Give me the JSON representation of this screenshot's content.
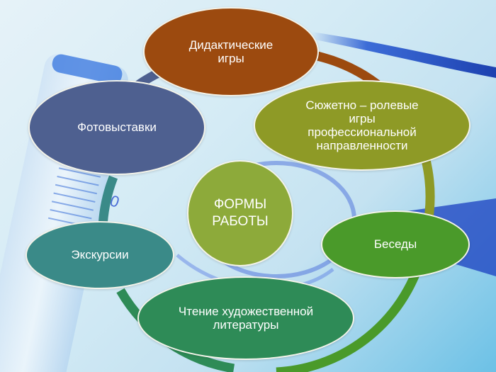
{
  "diagram": {
    "center": {
      "label": "ФОРМЫ\nРАБОТЫ",
      "color": "#8DAA3A"
    },
    "nodes": [
      {
        "id": "didactic-games",
        "label": "Дидактические\nигры",
        "color": "#9C4A0F"
      },
      {
        "id": "role-play-games",
        "label": "Сюжетно – ролевые\nигры\nпрофессиональной\nнаправленности",
        "color": "#8E9A26"
      },
      {
        "id": "conversations",
        "label": "Беседы",
        "color": "#4A9A2A"
      },
      {
        "id": "reading-fiction",
        "label": "Чтение  художественной\nлитературы",
        "color": "#2E8B57"
      },
      {
        "id": "excursions",
        "label": "Экскурсии",
        "color": "#3A8A88"
      },
      {
        "id": "photo-exhibitions",
        "label": "Фотовыставки",
        "color": "#4E6090"
      }
    ],
    "ring_colors": {
      "top_right": "#9C4A0F",
      "right_upper": "#8E9A26",
      "right_lower": "#4A9A2A",
      "bottom_left": "#2E8B57",
      "left_lower": "#3A8A88",
      "left_upper": "#4E6090"
    }
  }
}
